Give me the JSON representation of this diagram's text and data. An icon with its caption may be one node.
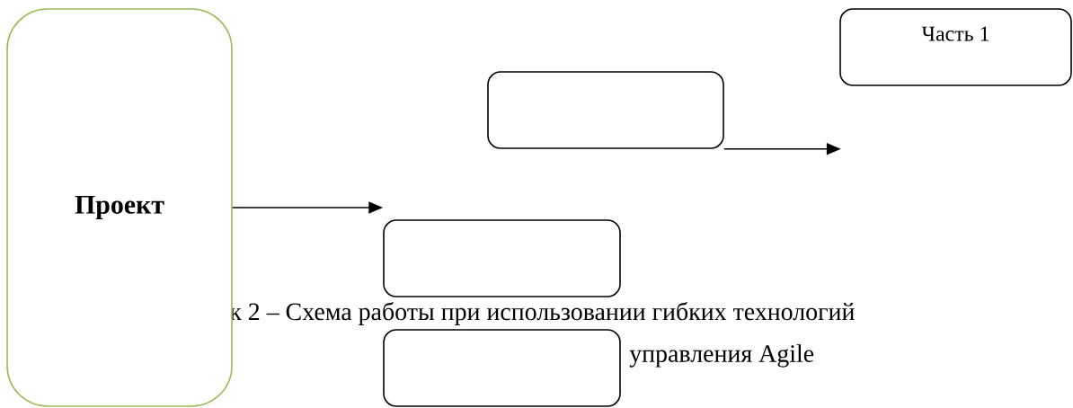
{
  "diagram": {
    "nodes": [
      {
        "text": [
          "Проект"
        ]
      },
      {
        "text": [],
        "shape": "box"
      },
      {
        "text": [
          "Часть 1"
        ]
      },
      {
        "text": [],
        "shape": "box"
      },
      {
        "text": [],
        "shape": "box"
      }
    ],
    "edges": [
      {
        "from": 0,
        "to": 3,
        "arrow": "to"
      },
      {
        "from": 1,
        "to": null,
        "arrow": "to"
      }
    ],
    "labels": [
      "к 2 – Схема работы при использовании гибких технологий",
      "управления Agile"
    ]
  }
}
